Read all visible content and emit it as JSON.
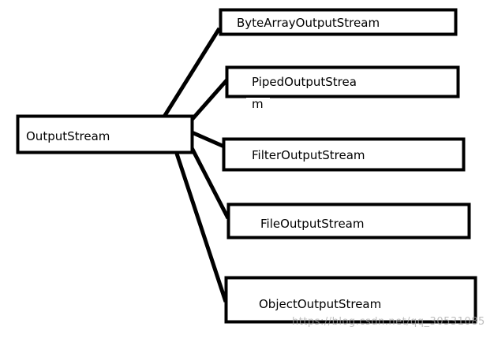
{
  "diagram": {
    "root": {
      "label": "OutputStream"
    },
    "children": [
      {
        "id": "byte-array",
        "label": "ByteArrayOutputStream"
      },
      {
        "id": "piped",
        "label_line1": "PipedOutputStrea",
        "label_line2": "m"
      },
      {
        "id": "filter",
        "label": "FilterOutputStream"
      },
      {
        "id": "file",
        "label": "FileOutputStream"
      },
      {
        "id": "object",
        "label": "ObjectOutputStream"
      }
    ],
    "colors": {
      "stroke": "#000000",
      "background": "#ffffff"
    }
  },
  "watermark": "https://blog.csdn.net/qq_30531085"
}
